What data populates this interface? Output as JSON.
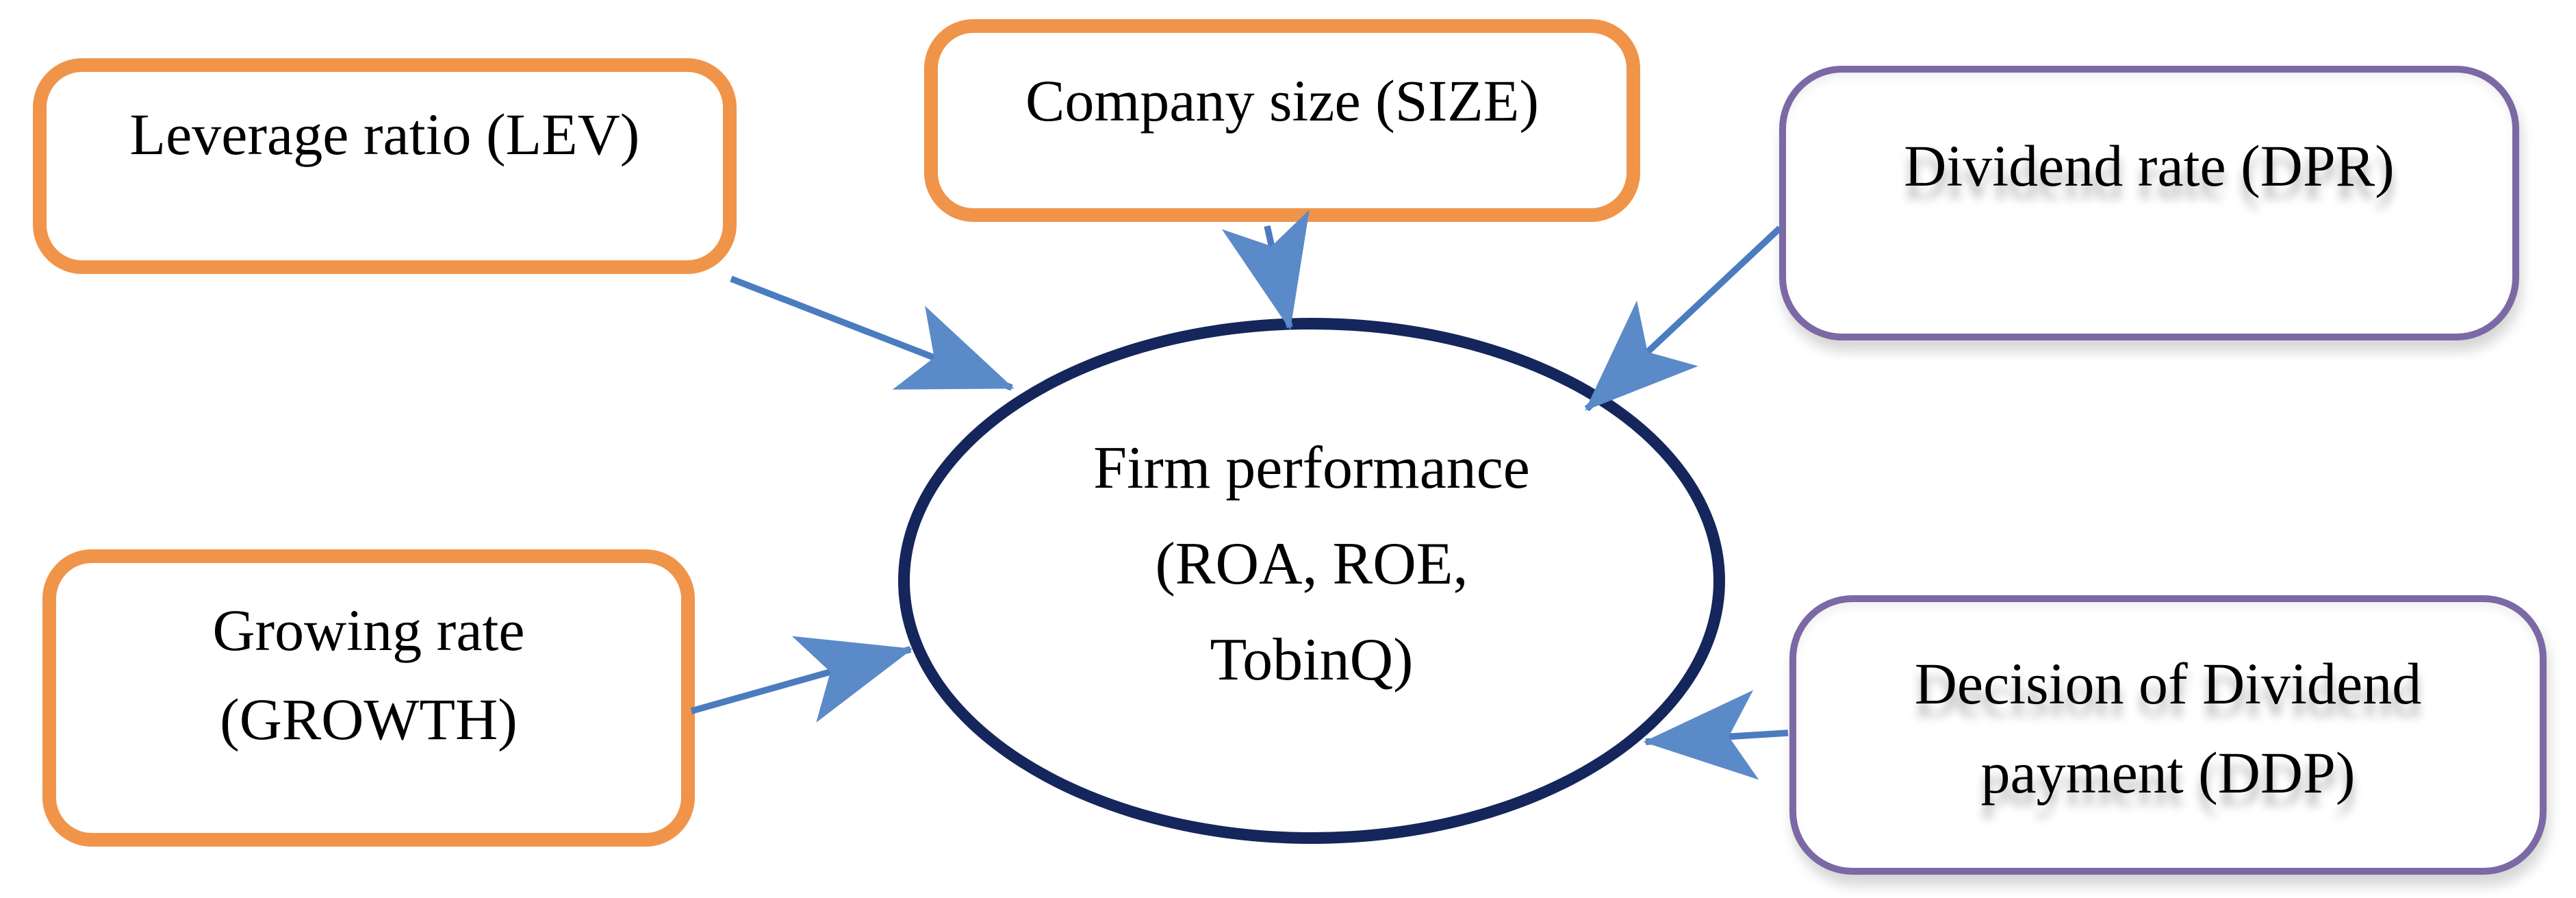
{
  "center_node": {
    "label": "Firm performance\n(ROA, ROE,\nTobinQ)"
  },
  "factor_nodes": [
    {
      "id": "lev",
      "label": "Leverage ratio (LEV)"
    },
    {
      "id": "size",
      "label": "Company size (SIZE)"
    },
    {
      "id": "dpr",
      "label": "Dividend rate (DPR)"
    },
    {
      "id": "growth",
      "label": "Growing rate\n(GROWTH)"
    },
    {
      "id": "ddp",
      "label": "Decision of Dividend\npayment (DDP)"
    }
  ],
  "colors": {
    "orange_border": "#F0944A",
    "purple_border": "#7C68A4",
    "navy_border": "#14265B",
    "arrow_blue": "#4A7CBF",
    "arrowhead_blue": "#5B8AC8",
    "text": "#000000",
    "background": "#FFFFFF"
  }
}
